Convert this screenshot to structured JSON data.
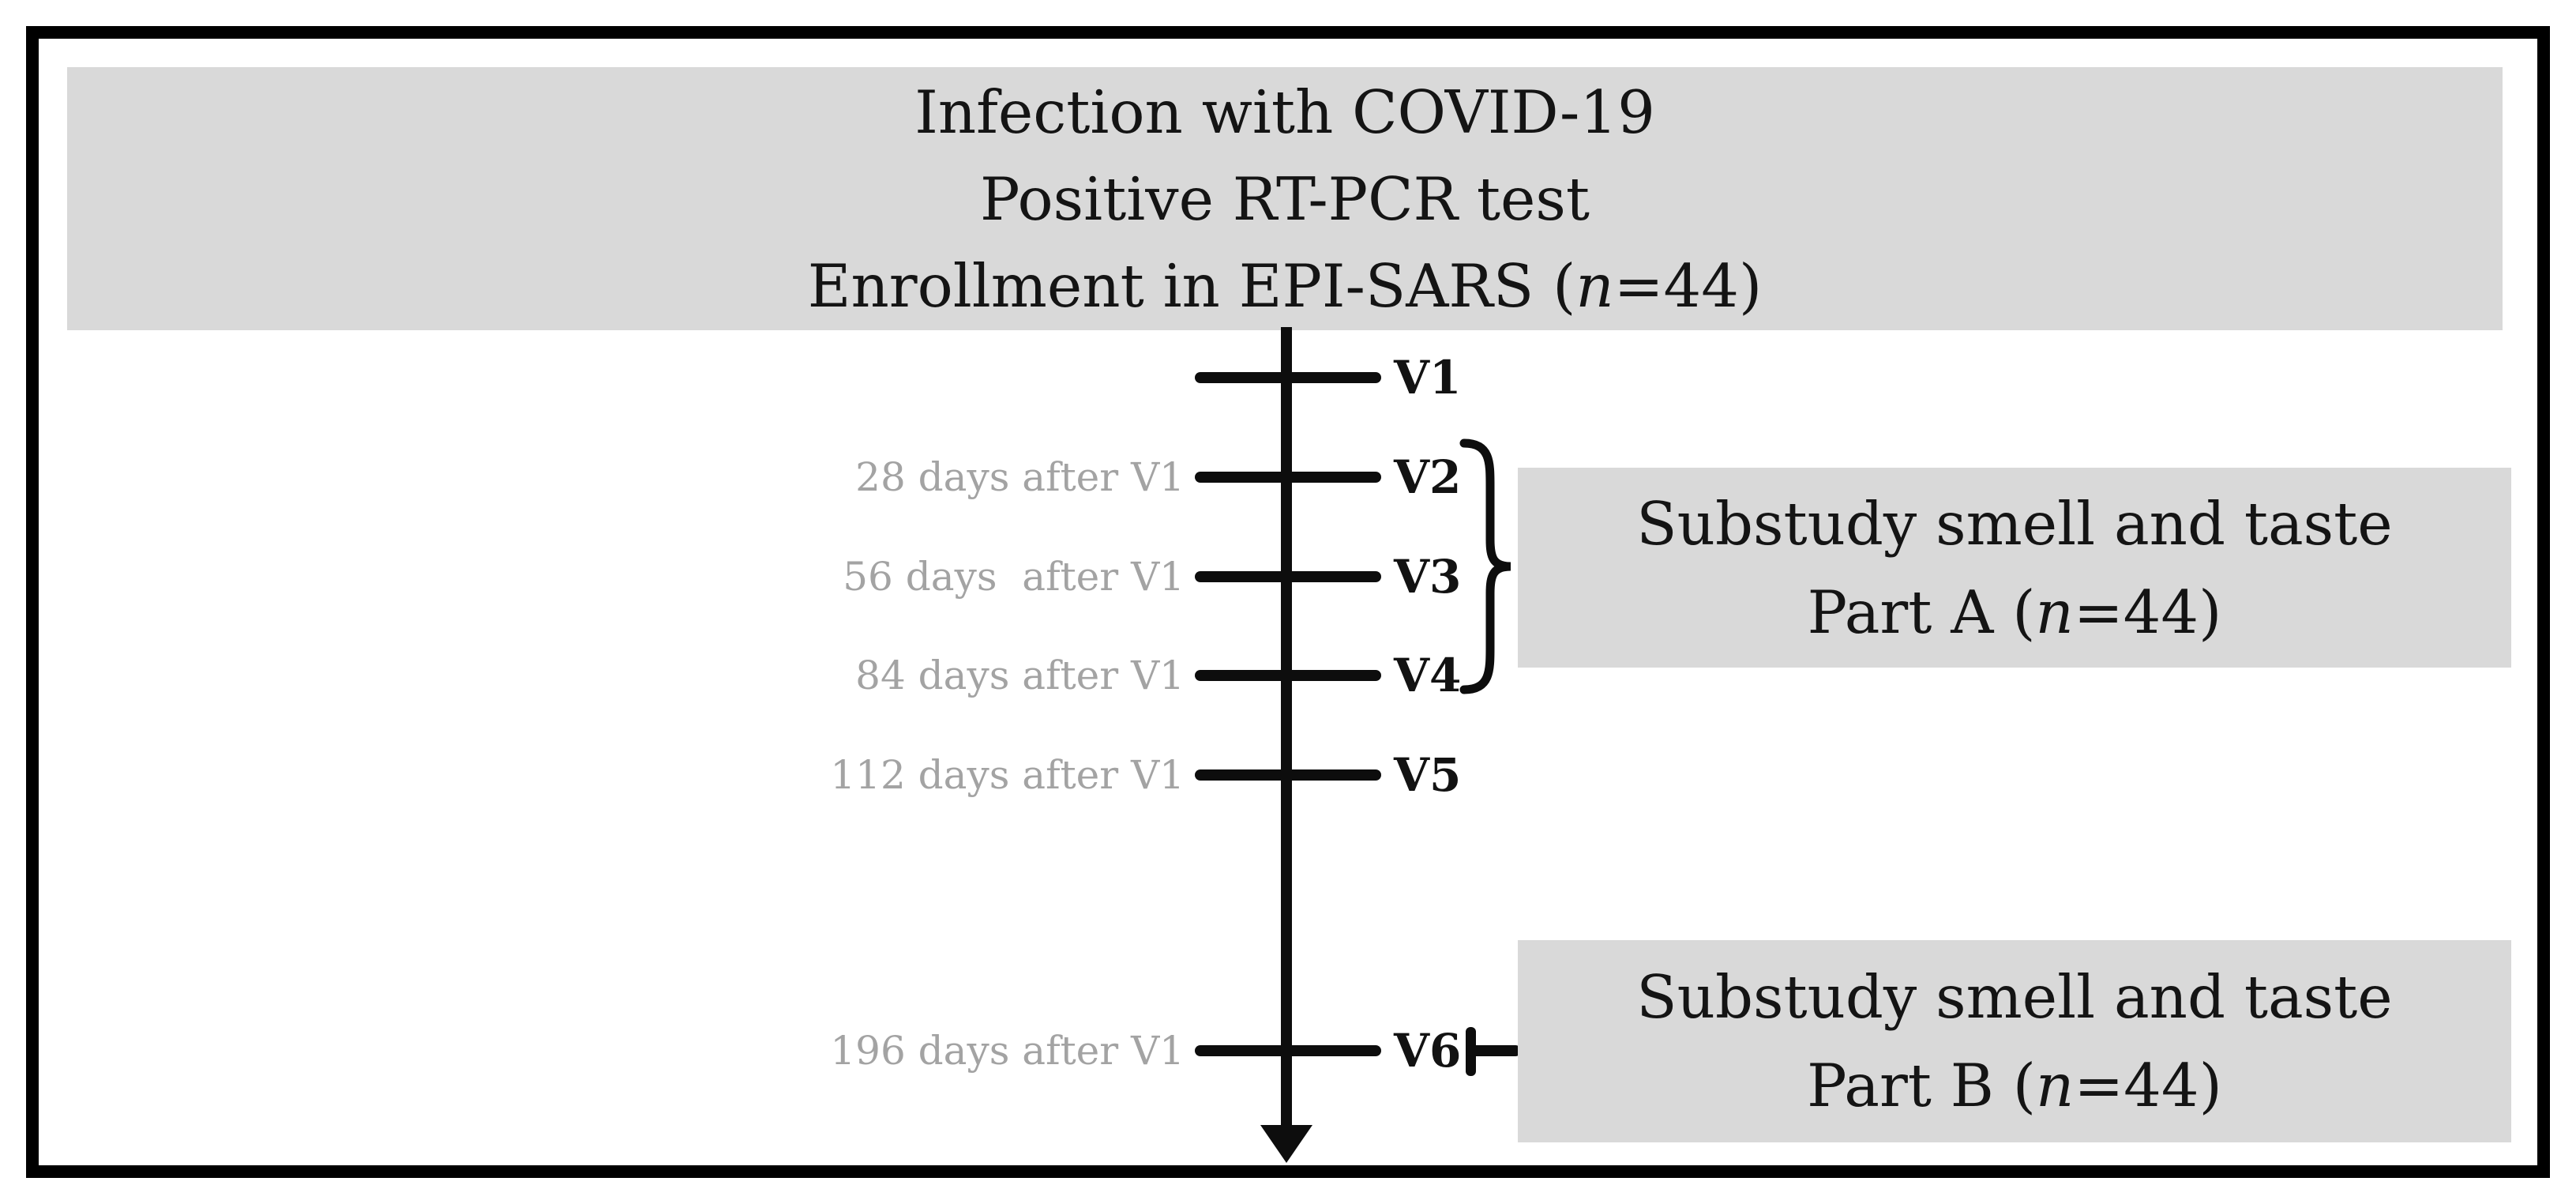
{
  "figure": {
    "enrollment_box": {
      "line1": "Infection with COVID-19",
      "line2": "Positive RT-PCR test",
      "line3_prefix": "Enrollment in EPI-SARS (",
      "line3_n": "n",
      "line3_suffix": "=44)"
    },
    "timeline": {
      "visits": [
        {
          "label": "V1",
          "offset_label": ""
        },
        {
          "label": "V2",
          "offset_label": "28 days after V1"
        },
        {
          "label": "V3",
          "offset_label": "56 days  after V1"
        },
        {
          "label": "V4",
          "offset_label": "84 days after V1"
        },
        {
          "label": "V5",
          "offset_label": "112 days after V1"
        },
        {
          "label": "V6",
          "offset_label": "196 days after V1"
        }
      ]
    },
    "substudy_a": {
      "line1": "Substudy smell and taste",
      "line2_prefix": "Part A (",
      "line2_n": "n",
      "line2_suffix": "=44)"
    },
    "substudy_b": {
      "line1": "Substudy smell and taste",
      "line2_prefix": "Part B (",
      "line2_n": "n",
      "line2_suffix": "=44)"
    },
    "colors": {
      "box_fill": "#d9d9d9",
      "line_black": "#0d0d0d",
      "muted_label_gray": "#a3a3a3",
      "frame_black": "#000000",
      "text_black": "#141414"
    }
  }
}
